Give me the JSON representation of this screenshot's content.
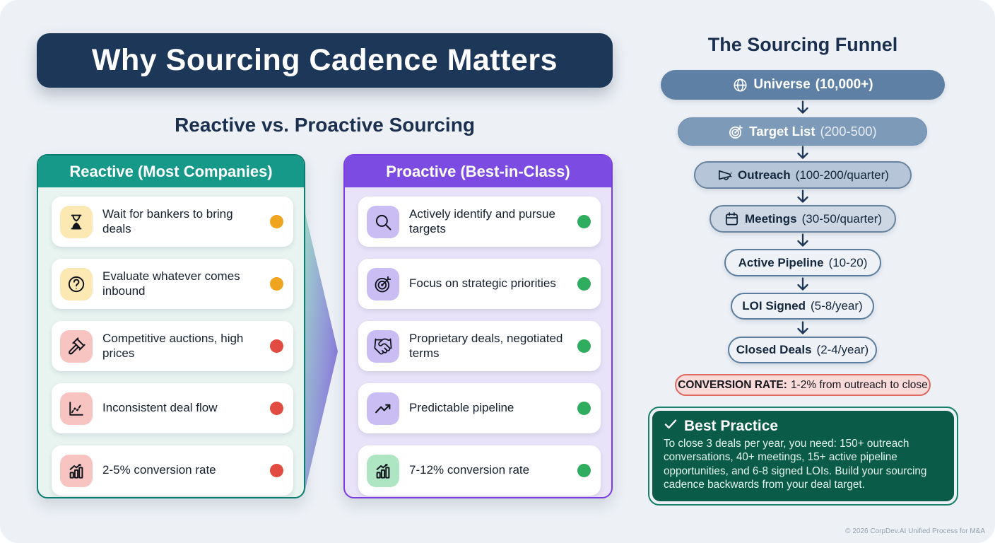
{
  "page": {
    "title": "Why Sourcing Cadence Matters",
    "subtitle": "Reactive vs. Proactive Sourcing",
    "footer": "© 2026 CorpDev.AI Unified Process for M&A"
  },
  "reactive": {
    "header": "Reactive (Most Companies)",
    "items": [
      {
        "label": "Wait for bankers to bring deals",
        "icon": "hourglass-icon",
        "status": "amber"
      },
      {
        "label": "Evaluate whatever comes inbound",
        "icon": "question-circle-icon",
        "status": "amber"
      },
      {
        "label": "Competitive auctions, high prices",
        "icon": "gavel-icon",
        "status": "red"
      },
      {
        "label": "Inconsistent deal flow",
        "icon": "line-chart-icon",
        "status": "red"
      },
      {
        "label": "2-5% conversion rate",
        "icon": "bar-chart-icon",
        "status": "red"
      }
    ]
  },
  "proactive": {
    "header": "Proactive (Best-in-Class)",
    "items": [
      {
        "label": "Actively identify and pursue targets",
        "icon": "search-icon",
        "status": "green"
      },
      {
        "label": "Focus on strategic priorities",
        "icon": "target-icon",
        "status": "green"
      },
      {
        "label": "Proprietary deals, negotiated terms",
        "icon": "handshake-icon",
        "status": "green"
      },
      {
        "label": "Predictable pipeline",
        "icon": "trend-up-icon",
        "status": "green"
      },
      {
        "label": "7-12% conversion rate",
        "icon": "bar-chart-icon",
        "status": "green"
      }
    ]
  },
  "funnel": {
    "title": "The Sourcing Funnel",
    "stages": [
      {
        "name": "Universe",
        "count": "(10,000+)",
        "icon": "globe-icon"
      },
      {
        "name": "Target List",
        "count": "(200-500)",
        "icon": "target-icon"
      },
      {
        "name": "Outreach",
        "count": "(100-200/quarter)",
        "icon": "megaphone-icon"
      },
      {
        "name": "Meetings",
        "count": "(30-50/quarter)",
        "icon": "calendar-icon"
      },
      {
        "name": "Active Pipeline",
        "count": "(10-20)"
      },
      {
        "name": "LOI Signed",
        "count": "(5-8/year)"
      },
      {
        "name": "Closed Deals",
        "count": "(2-4/year)"
      }
    ],
    "conversion": {
      "label": "CONVERSION RATE:",
      "value": "1-2% from outreach to close"
    }
  },
  "best_practice": {
    "title": "Best Practice",
    "body": "To close 3 deals per year, you need: 150+ outreach conversations, 40+ meetings, 15+ active pipeline opportunities, and 6-8 signed LOIs. Build your sourcing cadence backwards from your deal target."
  },
  "colors": {
    "navy": "#1d3758",
    "teal": "#17998a",
    "purple": "#7c4ce2",
    "amber": "#efa51f",
    "red": "#e14b41",
    "green": "#2fad5f",
    "dark_green": "#0a5b48"
  }
}
